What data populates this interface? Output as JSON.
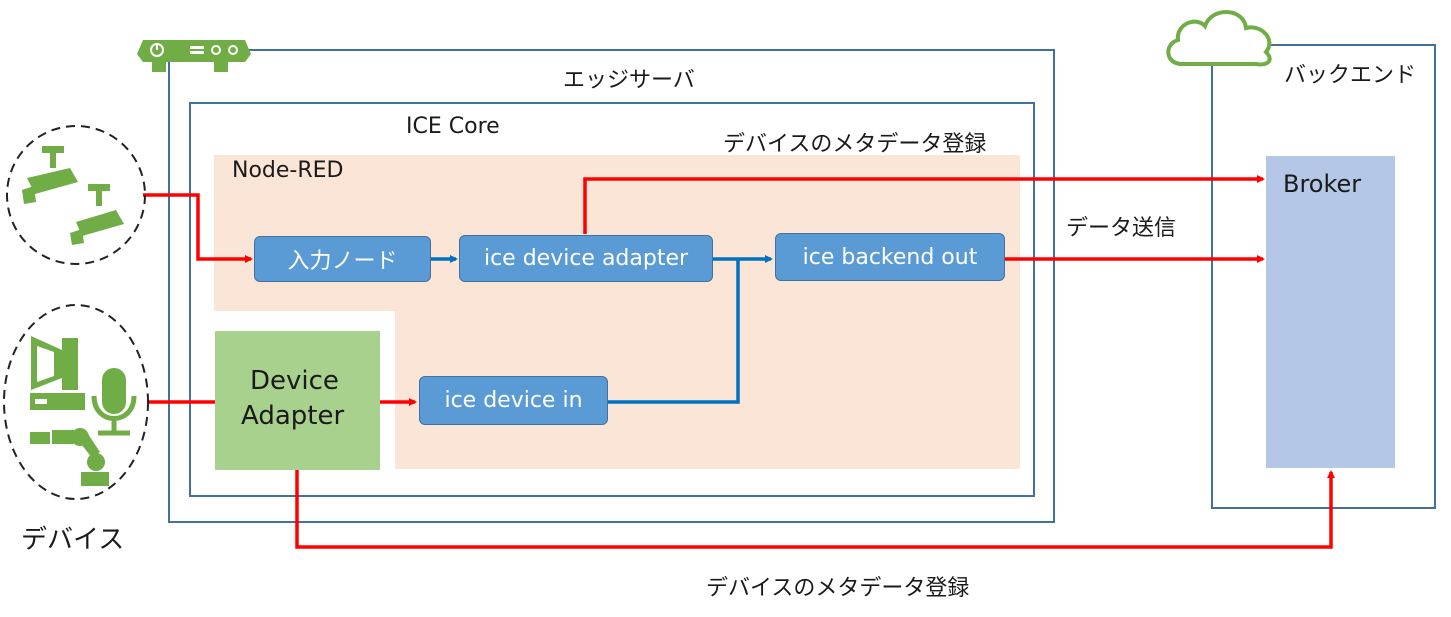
{
  "edge_server": {
    "title": "エッジサーバ"
  },
  "ice_core": {
    "title": "ICE Core",
    "meta_label": "デバイスのメタデータ登録"
  },
  "node_red": {
    "title": "Node-RED",
    "nodes": {
      "input": "入力ノード",
      "device_adapter_node": "ice device adapter",
      "backend_out": "ice backend out",
      "device_in": "ice device in"
    }
  },
  "device_adapter": {
    "line1": "Device",
    "line2": "Adapter"
  },
  "backend": {
    "title": "バックエンド",
    "broker": "Broker"
  },
  "labels": {
    "data_send": "データ送信",
    "devices": "デバイス",
    "bottom_meta": "デバイスのメタデータ登録"
  },
  "colors": {
    "server_border": "#41719c",
    "node_red_bg": "#fbe5d6",
    "node_fill": "#5b9bd5",
    "device_adapter_fill": "#a9d18e",
    "broker_fill": "#b4c7e7",
    "arrow_red": "#ff0000",
    "arrow_blue": "#0070c0",
    "icon_green": "#70ad47"
  },
  "icons": [
    "server-icon",
    "cloud-icon",
    "camera-icon",
    "speaker-icon",
    "microphone-icon",
    "robot-arm-icon"
  ]
}
